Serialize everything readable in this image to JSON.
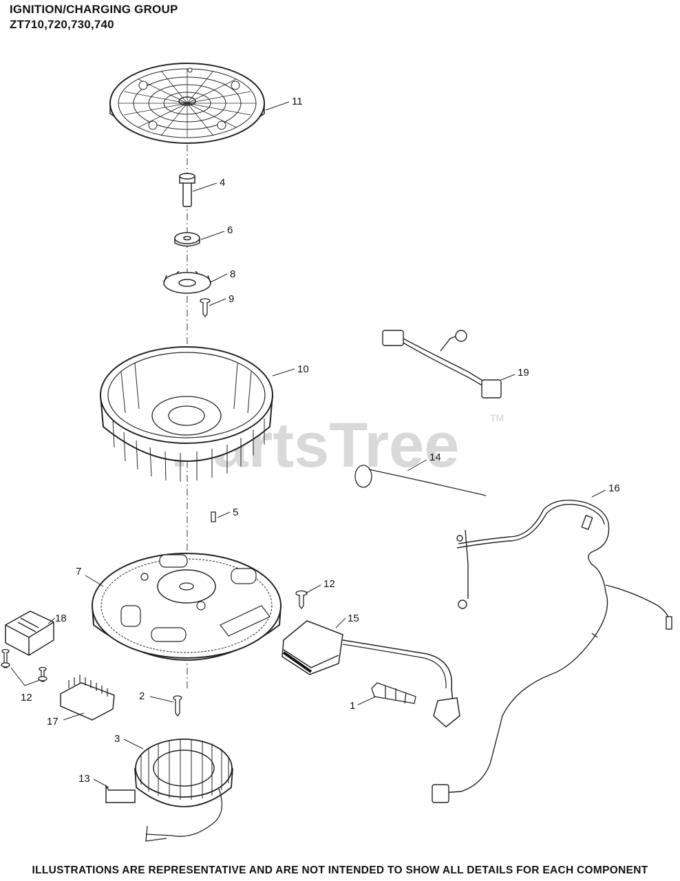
{
  "header": {
    "title": "IGNITION/CHARGING GROUP",
    "models": "ZT710,720,730,740"
  },
  "watermark": {
    "text": "PartsTree",
    "trademark": "TM"
  },
  "callouts": {
    "c1": "1",
    "c2": "2",
    "c3": "3",
    "c4": "4",
    "c5": "5",
    "c6": "6",
    "c7": "7",
    "c8": "8",
    "c9": "9",
    "c10": "10",
    "c11": "11",
    "c12a": "12",
    "c12b": "12",
    "c13": "13",
    "c14": "14",
    "c15": "15",
    "c16": "16",
    "c17": "17",
    "c18": "18",
    "c19": "19"
  },
  "footer": "ILLUSTRATIONS ARE REPRESENTATIVE AND ARE NOT INTENDED TO SHOW ALL DETAILS FOR EACH COMPONENT"
}
